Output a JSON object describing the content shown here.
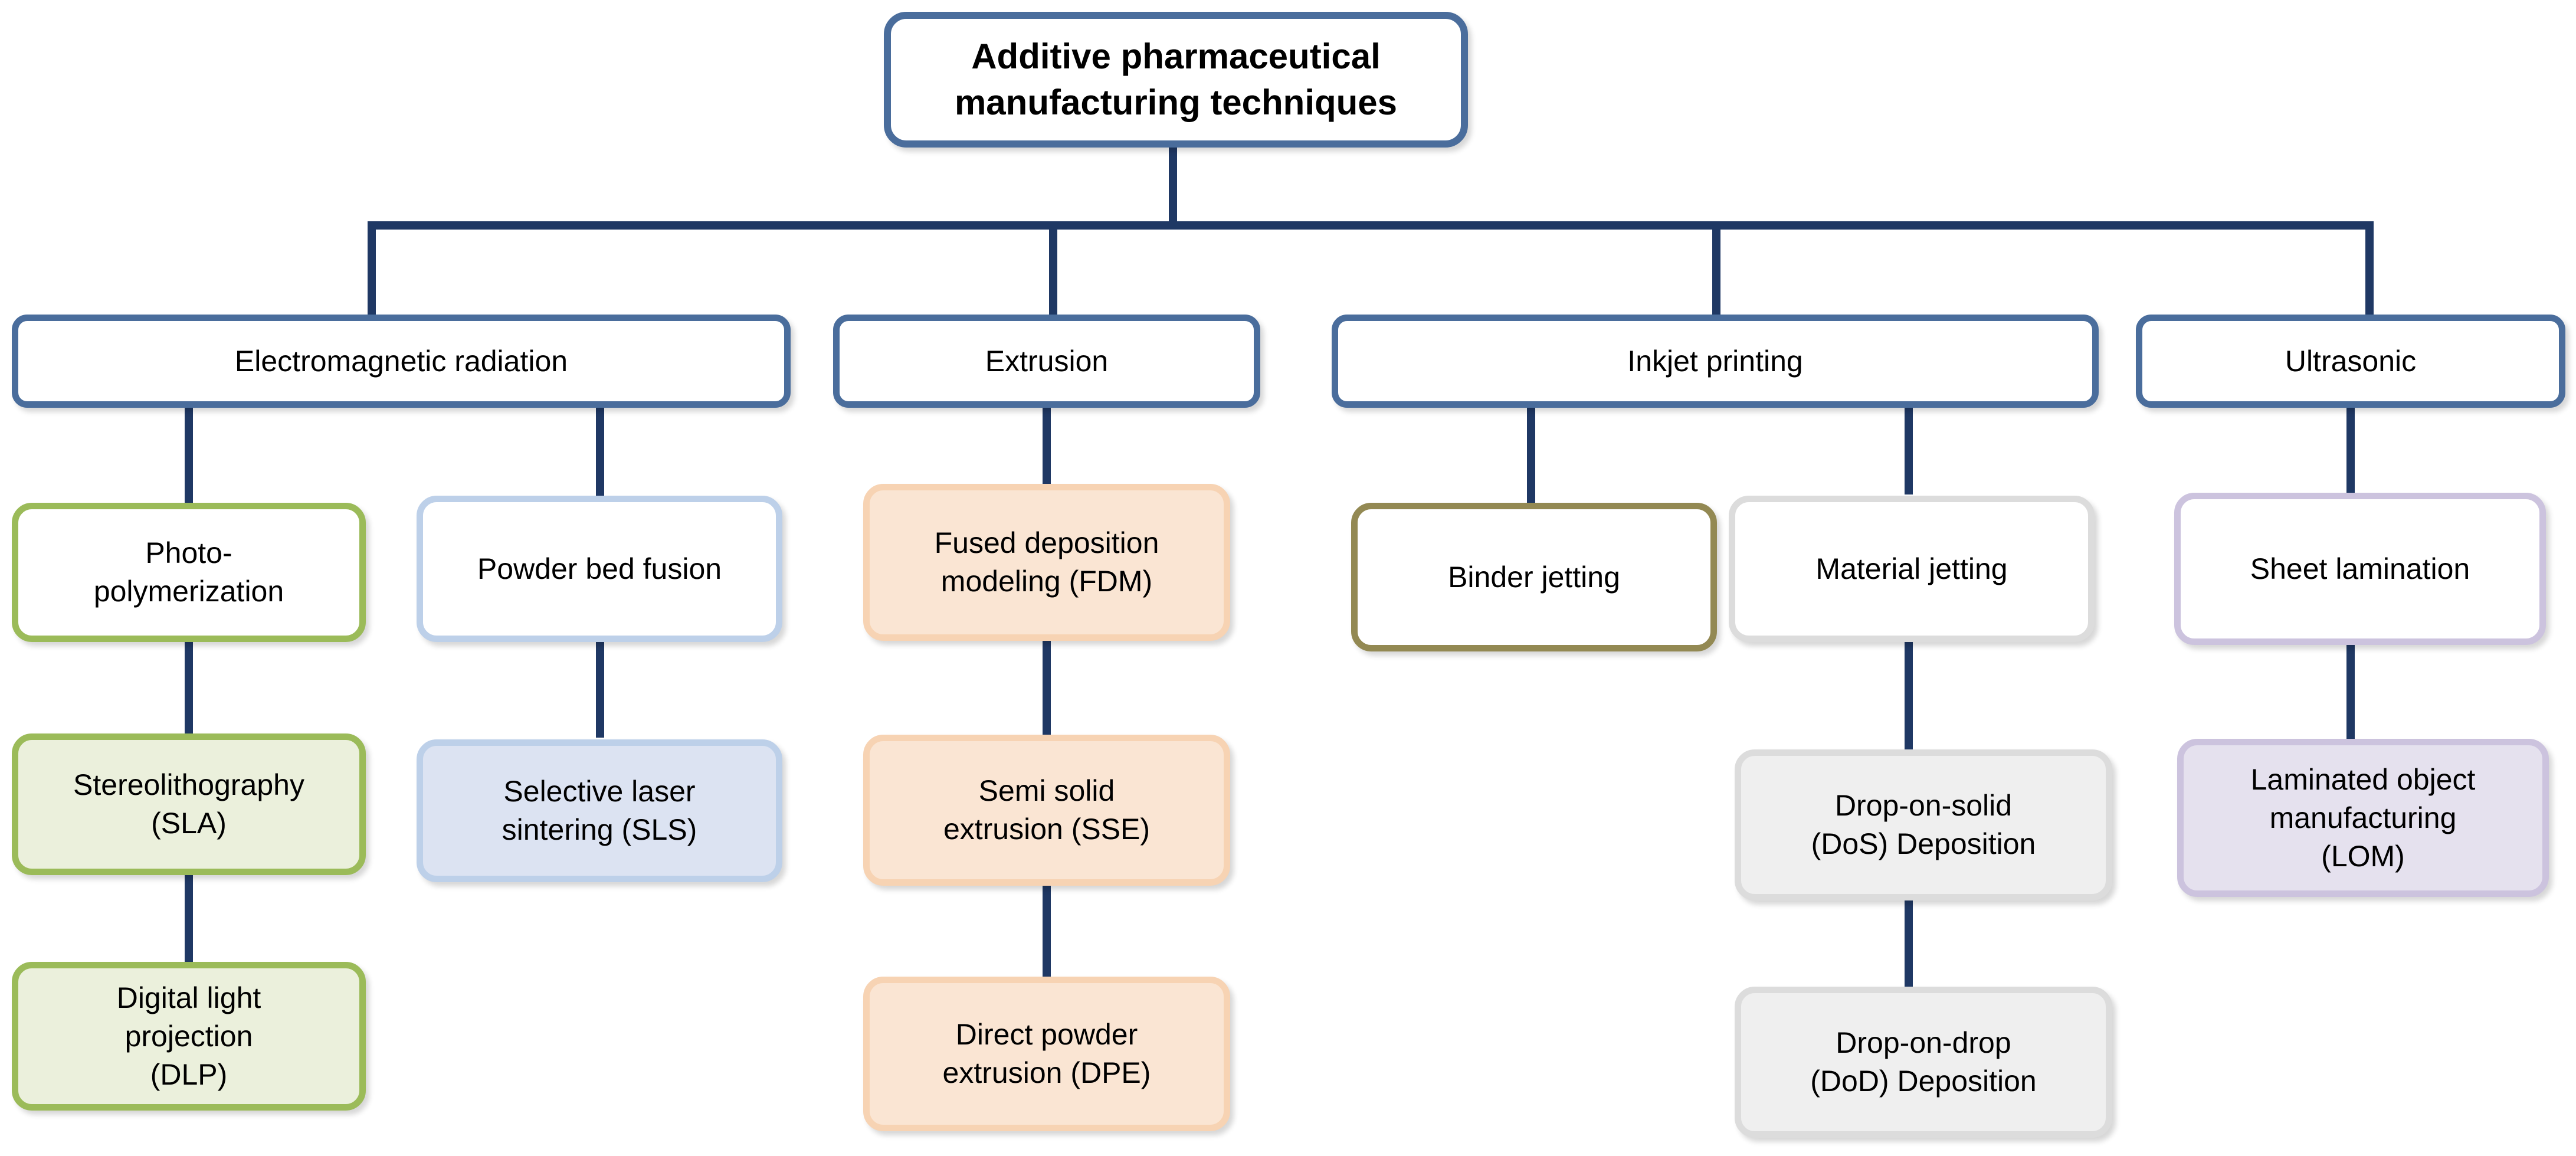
{
  "diagram": {
    "title": "Additive pharmaceutical manufacturing techniques",
    "type": "hierarchy-tree",
    "colors": {
      "connector": "#1F3864",
      "level1_border": "#4A6D9C",
      "level2_border": "#4A6D9C",
      "green_border": "#9BBB59",
      "green_fill": "#EBF0DC",
      "blue_border": "#BDD0E9",
      "blue_fill": "#DCE3F2",
      "orange_border": "#F7D3B3",
      "orange_fill": "#FAE5D3",
      "olive_border": "#938953",
      "gray_border": "#DCDCDC",
      "gray_fill": "#EFEFEF",
      "purple_border": "#CCC3DE",
      "purple_fill": "#E5E1EE",
      "white_fill": "#FFFFFF",
      "text": "#000000"
    },
    "root": {
      "label": "Additive pharmaceutical\nmanufacturing techniques"
    },
    "branches": [
      {
        "label": "Electromagnetic radiation",
        "children": [
          {
            "label": "Photo-\npolymerization",
            "descendants": [
              {
                "label": "Stereolithography\n(SLA)"
              },
              {
                "label": "Digital light\nprojection\n(DLP)"
              }
            ]
          },
          {
            "label": "Powder bed fusion",
            "descendants": [
              {
                "label": "Selective laser\nsintering (SLS)"
              }
            ]
          }
        ]
      },
      {
        "label": "Extrusion",
        "children": [
          {
            "label": "Fused deposition\nmodeling (FDM)",
            "descendants": [
              {
                "label": "Semi solid\nextrusion (SSE)"
              },
              {
                "label": "Direct powder\nextrusion (DPE)"
              }
            ]
          }
        ]
      },
      {
        "label": "Inkjet printing",
        "children": [
          {
            "label": "Binder jetting",
            "descendants": []
          },
          {
            "label": "Material jetting",
            "descendants": [
              {
                "label": "Drop-on-solid\n(DoS) Deposition"
              },
              {
                "label": "Drop-on-drop\n(DoD) Deposition"
              }
            ]
          }
        ]
      },
      {
        "label": "Ultrasonic",
        "children": [
          {
            "label": "Sheet lamination",
            "descendants": [
              {
                "label": "Laminated object\nmanufacturing\n(LOM)"
              }
            ]
          }
        ]
      }
    ]
  }
}
